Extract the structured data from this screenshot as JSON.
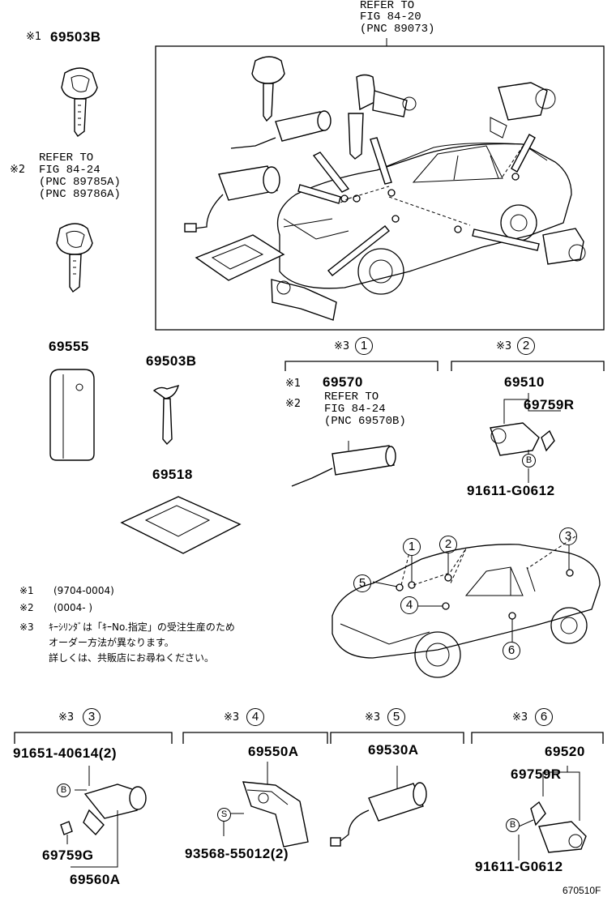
{
  "top_ref": {
    "line1": "REFER TO",
    "line2": "FIG 84-20",
    "line3": "(PNC 89073)"
  },
  "left_ref": {
    "line1": "REFER TO",
    "line2": "FIG 84-24",
    "line3": "(PNC 89785A)",
    "line4": "(PNC 89786A)"
  },
  "marks": {
    "m1": "※1",
    "m2": "※2",
    "m3": "※3"
  },
  "parts": {
    "key_top": "69503B",
    "case": "69555",
    "key_mid": "69503B",
    "mat": "69518",
    "cyl_1": "69570",
    "ref_1_line1": "REFER TO",
    "ref_1_line2": "FIG 84-24",
    "ref_1_line3": "(PNC 69570B)",
    "lock_2": "69510",
    "spring_2": "69759R",
    "bolt_2": "91611-G0612",
    "screw_3": "91651-40614(2)",
    "spring_3": "69759G",
    "lock_3": "69560A",
    "lock_4": "69550A",
    "screw_4": "93568-55012(2)",
    "cyl_5": "69530A",
    "lock_6": "69520",
    "spring_6": "69759R",
    "bolt_6": "91611-G0612"
  },
  "callouts": {
    "c1": "1",
    "c2": "2",
    "c3": "3",
    "c4": "4",
    "c5": "5",
    "c6": "6",
    "b": "B",
    "s": "S"
  },
  "notes": {
    "n1_mark": "※1",
    "n1_text": "(9704-0004)",
    "n2_mark": "※2",
    "n2_text": "(0004-        )",
    "n3_mark": "※3",
    "n3_line1": "ｷｰｼﾘﾝﾀﾞは「ｷｰNo.指定」の受注生産のため",
    "n3_line2": "オーダー方法が異なります。",
    "n3_line3": "詳しくは、共販店にお尋ねください。"
  },
  "figure_code": "670510F"
}
